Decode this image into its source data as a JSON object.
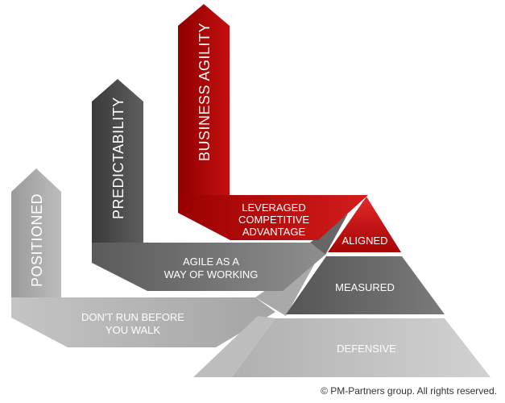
{
  "arrows": {
    "business_agility": "BUSINESS AGILITY",
    "predictability": "PREDICTABILITY",
    "positioned": "POSITIONED"
  },
  "bands": {
    "leveraged": [
      "LEVERAGED",
      "COMPETITIVE",
      "ADVANTAGE"
    ],
    "agile": [
      "AGILE AS A",
      "WAY OF WORKING"
    ],
    "dont_run": [
      "DON'T RUN BEFORE",
      "YOU WALK"
    ]
  },
  "pyramid": {
    "top": "ALIGNED",
    "middle": "MEASURED",
    "bottom": "DEFENSIVE"
  },
  "colors": {
    "red_dark": "#8f0000",
    "red_light": "#d01919",
    "dark_gray": "#4a4a4a",
    "mid_gray": "#7a7a7a",
    "light_gray": "#b3b3b3"
  },
  "footer": {
    "copyright": "© PM-Partners group. All rights reserved."
  }
}
